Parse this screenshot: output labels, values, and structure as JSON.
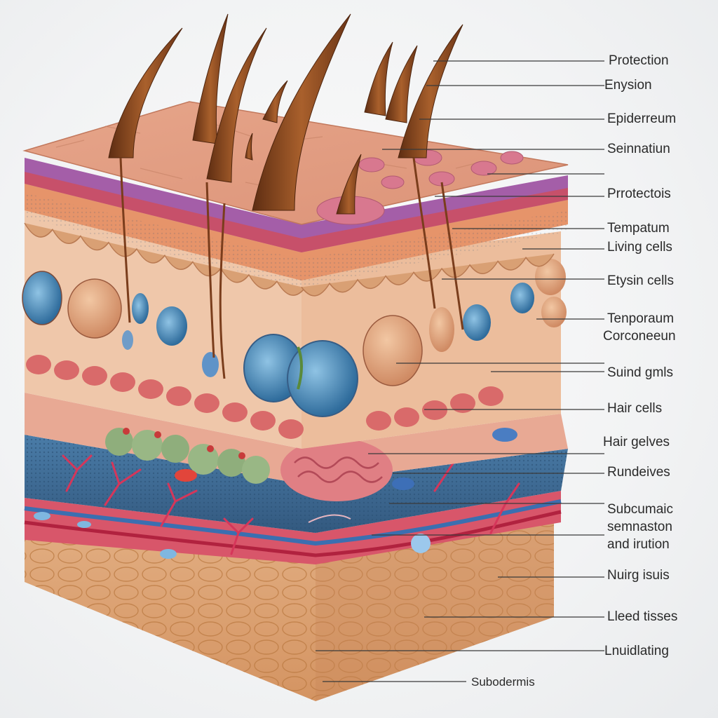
{
  "labels": [
    {
      "id": "protection",
      "text": "Protection"
    },
    {
      "id": "enysion",
      "text": "Enysion"
    },
    {
      "id": "epiderreum",
      "text": "Epiderreum"
    },
    {
      "id": "seinnatiun",
      "text": "Seinnatiun"
    },
    {
      "id": "prrotectois",
      "text": "Prrotectois"
    },
    {
      "id": "tempatum",
      "text": "Tempatum"
    },
    {
      "id": "living-cells",
      "text": "Living cells"
    },
    {
      "id": "etysin-cells",
      "text": "Etysin  cells"
    },
    {
      "id": "tenporaum",
      "text": "Tenporaum"
    },
    {
      "id": "corconeeun",
      "text": "Corconeeun"
    },
    {
      "id": "suind-gmls",
      "text": "Suind gmls"
    },
    {
      "id": "hair-cells",
      "text": "Hair cells"
    },
    {
      "id": "hair-gelves",
      "text": "Hair gelves"
    },
    {
      "id": "rundeives",
      "text": "Rundeives"
    },
    {
      "id": "subcumaic",
      "text": "Subcumaic"
    },
    {
      "id": "semnaston",
      "text": "semnaston"
    },
    {
      "id": "and-irution",
      "text": "and irution"
    },
    {
      "id": "nuirg-isuis",
      "text": "Nuirg isuis"
    },
    {
      "id": "lleed-tisses",
      "text": "Lleed tisses"
    },
    {
      "id": "lnuidlating",
      "text": "Lnuidlating"
    },
    {
      "id": "subodermis",
      "text": "Subodermis"
    }
  ],
  "colors": {
    "skin_top": "#e9a888",
    "epidermis_purple": "#9a5aa6",
    "dermis": "#e9b79c",
    "blue_tissue": "#3f6d9a",
    "vessel_red": "#c8304f",
    "fat": "#dda274",
    "hair": "#8a4a22",
    "leader_line": "#3a3a3a"
  }
}
